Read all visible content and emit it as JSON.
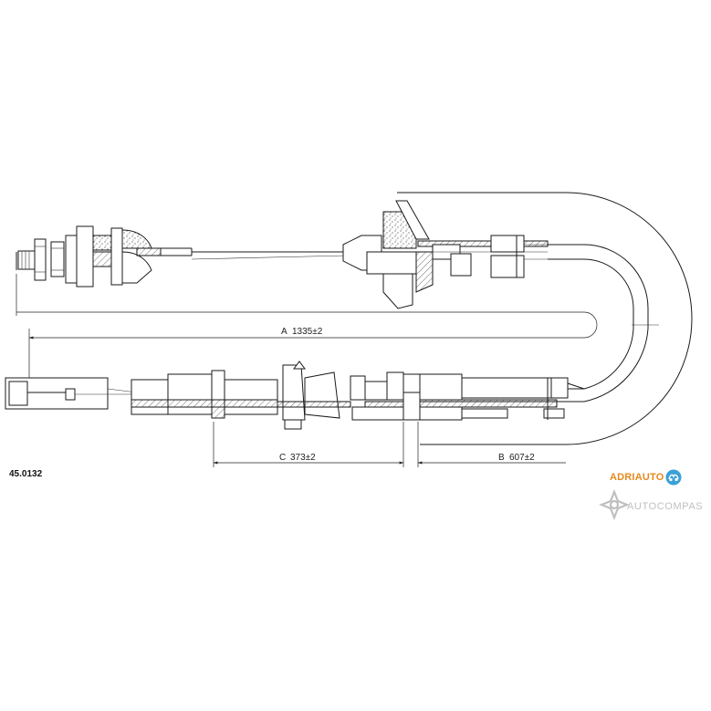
{
  "part_number": "45.0132",
  "dimensions": {
    "a": {
      "label": "A",
      "value": "1335±2"
    },
    "b": {
      "label": "B",
      "value": "607±2"
    },
    "c": {
      "label": "C",
      "value": "373±2"
    }
  },
  "brand": {
    "name": "ADRIAUTO",
    "color": "#e8891c"
  },
  "watermark": {
    "text": "AUTOCOMPAS",
    "color": "#8c8c8c"
  }
}
